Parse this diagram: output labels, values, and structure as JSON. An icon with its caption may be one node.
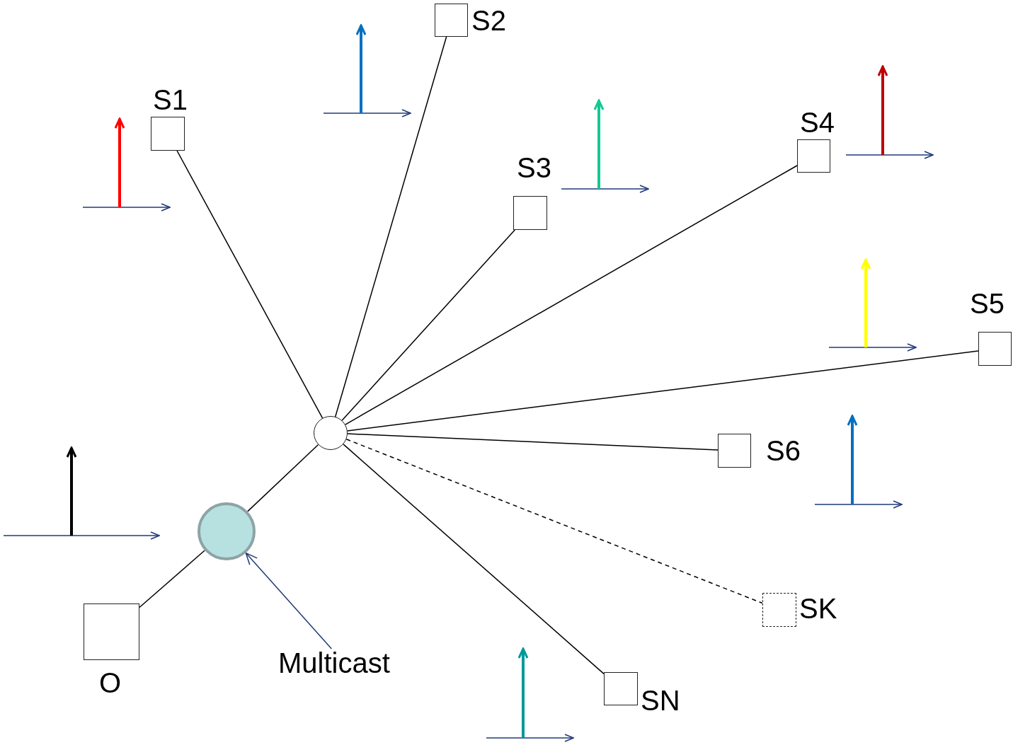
{
  "diagram": {
    "nodes": [
      {
        "text": [
          "S1"
        ]
      },
      {
        "text": [
          "S2"
        ]
      },
      {
        "text": [
          "S3"
        ]
      },
      {
        "text": [
          "S4"
        ]
      },
      {
        "text": [
          "S5"
        ]
      },
      {
        "text": [
          "S6"
        ]
      },
      {
        "text": [
          "SK"
        ]
      },
      {
        "text": [
          "SN"
        ]
      },
      {
        "text": [
          "O"
        ]
      },
      {
        "text": [],
        "shape": "circle"
      },
      {
        "text": [],
        "shape": "circle"
      },
      {
        "text": [
          "Multicast"
        ]
      }
    ],
    "edges": [
      {
        "from": 9,
        "to": 0,
        "arrow": "none"
      },
      {
        "from": 9,
        "to": 1,
        "arrow": "none"
      },
      {
        "from": 9,
        "to": 2,
        "arrow": "none"
      },
      {
        "from": 9,
        "to": 3,
        "arrow": "none"
      },
      {
        "from": 9,
        "to": 4,
        "arrow": "none"
      },
      {
        "from": 9,
        "to": 5,
        "arrow": "none"
      },
      {
        "from": 9,
        "to": 6,
        "arrow": "none",
        "style": "dashed"
      },
      {
        "from": 9,
        "to": 7,
        "arrow": "none"
      },
      {
        "from": 10,
        "to": 9,
        "arrow": "none"
      },
      {
        "from": 10,
        "to": 8,
        "arrow": "none"
      },
      {
        "from": 11,
        "to": 10,
        "arrow": "to",
        "color": "#1f3a7a"
      }
    ]
  }
}
